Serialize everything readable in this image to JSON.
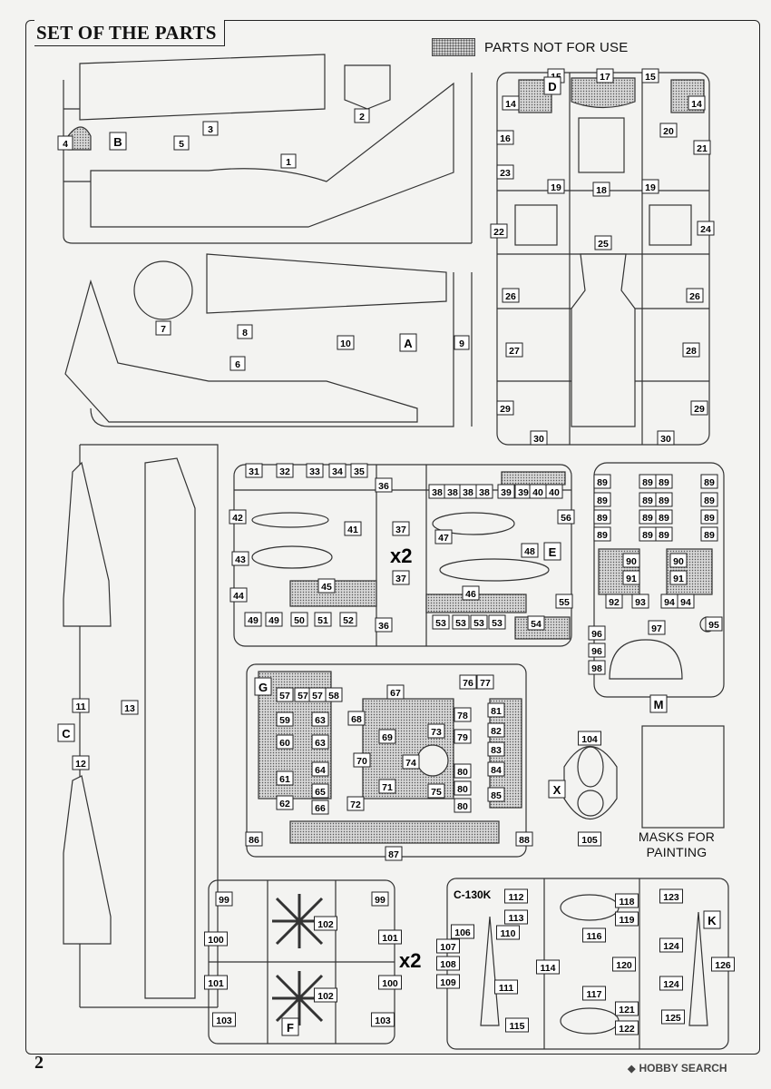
{
  "header": {
    "title": "SET OF THE PARTS",
    "legend_text": "PARTS NOT FOR USE"
  },
  "page_number": "2",
  "watermark": "HOBBY SEARCH",
  "masks_label": "MASKS FOR PAINTING",
  "multipliers": {
    "sprue_e": "x2",
    "sprue_f": "x2"
  },
  "sprue_letters": [
    "B",
    "A",
    "D",
    "C",
    "G",
    "E",
    "M",
    "X",
    "F",
    "K"
  ],
  "variant_label": "C-130K",
  "part_numbers": {
    "sprue_b": [
      "1",
      "2",
      "3",
      "4",
      "5"
    ],
    "sprue_a": [
      "6",
      "7",
      "8",
      "9",
      "10"
    ],
    "sprue_d": [
      "14",
      "15",
      "17",
      "15",
      "14",
      "16",
      "20",
      "21",
      "23",
      "19",
      "18",
      "19",
      "22",
      "25",
      "24",
      "26",
      "26",
      "27",
      "28",
      "29",
      "30",
      "30",
      "29"
    ],
    "sprue_c": [
      "11",
      "13",
      "12"
    ],
    "sprue_e": [
      "31",
      "32",
      "33",
      "34",
      "35",
      "36",
      "38",
      "38",
      "38",
      "38",
      "39",
      "39",
      "40",
      "40",
      "42",
      "41",
      "37",
      "47",
      "56",
      "43",
      "48",
      "44",
      "45",
      "37",
      "46",
      "55",
      "49",
      "49",
      "50",
      "51",
      "52",
      "36",
      "53",
      "53",
      "53",
      "53",
      "54"
    ],
    "sprue_m": [
      "89",
      "89",
      "89",
      "89",
      "89",
      "89",
      "89",
      "89",
      "89",
      "89",
      "89",
      "89",
      "89",
      "89",
      "89",
      "89",
      "89",
      "89",
      "89",
      "89",
      "90",
      "90",
      "91",
      "91",
      "92",
      "93",
      "94",
      "94",
      "95",
      "96",
      "96",
      "97",
      "98"
    ],
    "sprue_g": [
      "57",
      "57",
      "57",
      "58",
      "67",
      "76",
      "77",
      "59",
      "63",
      "68",
      "69",
      "78",
      "73",
      "81",
      "82",
      "60",
      "63",
      "79",
      "83",
      "70",
      "74",
      "64",
      "61",
      "71",
      "80",
      "84",
      "65",
      "75",
      "80",
      "85",
      "62",
      "66",
      "72",
      "80",
      "86",
      "88",
      "87"
    ],
    "sprue_x": [
      "104",
      "105"
    ],
    "sprue_f": [
      "99",
      "99",
      "102",
      "100",
      "101",
      "101",
      "100",
      "102",
      "103",
      "103"
    ],
    "sprue_k": [
      "112",
      "113",
      "118",
      "119",
      "123",
      "106",
      "110",
      "116",
      "107",
      "108",
      "114",
      "120",
      "126",
      "109",
      "111",
      "124",
      "124",
      "117",
      "121",
      "125",
      "115",
      "122"
    ]
  }
}
